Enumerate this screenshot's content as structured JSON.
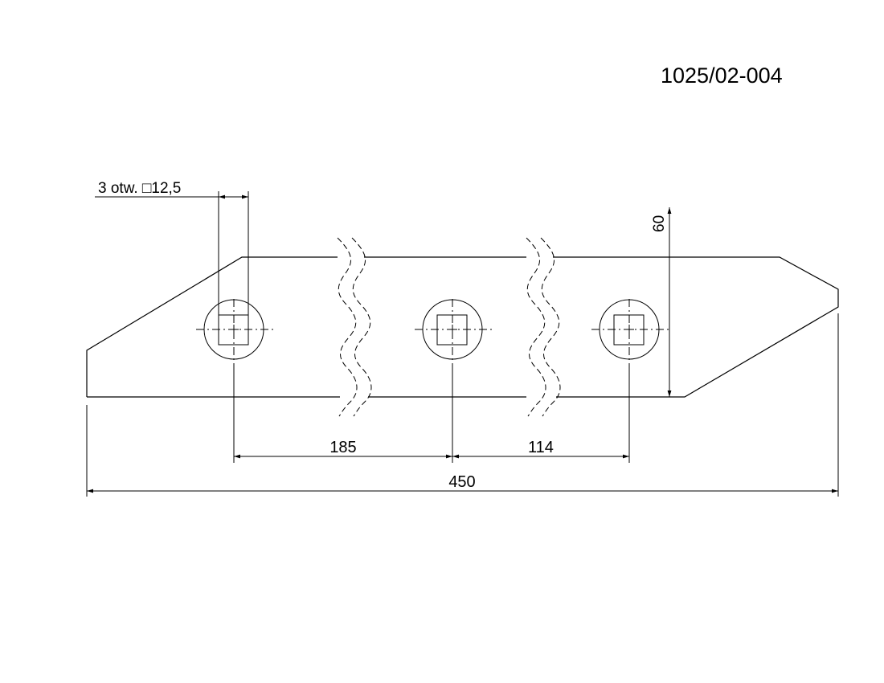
{
  "drawing": {
    "part_number": "1025/02-004",
    "hole_note": "3 otw. □12,5",
    "dimensions": {
      "height": "60",
      "spacing_1": "185",
      "spacing_2": "114",
      "overall_length": "450"
    },
    "holes": [
      {
        "name": "hole-left"
      },
      {
        "name": "hole-middle"
      },
      {
        "name": "hole-right"
      }
    ]
  }
}
